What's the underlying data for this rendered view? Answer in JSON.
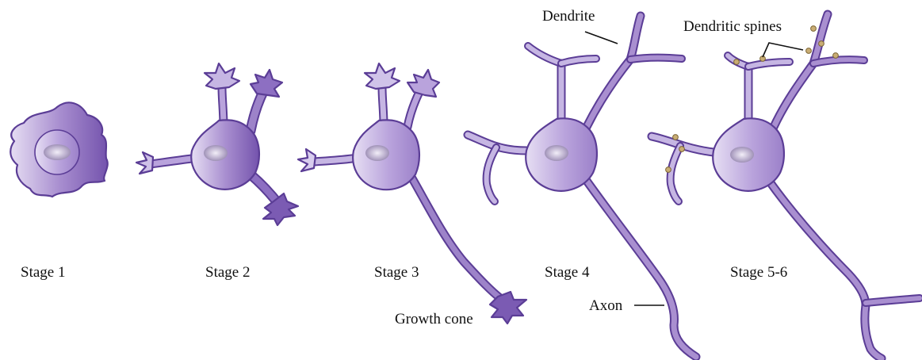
{
  "stages": [
    {
      "label": "Stage 1"
    },
    {
      "label": "Stage 2"
    },
    {
      "label": "Stage 3"
    },
    {
      "label": "Stage 4"
    },
    {
      "label": "Stage 5-6"
    }
  ],
  "annotations": {
    "dendrite": "Dendrite",
    "dendritic_spines": "Dendritic spines",
    "growth_cone": "Growth cone",
    "axon": "Axon"
  },
  "colors": {
    "outline": "#5b3d96",
    "fill_light": "#e4dbf2",
    "fill_mid": "#a98fd0",
    "fill_dark": "#7b5bb3",
    "process": "#9d83c9",
    "nucleus": "#c7bdd8",
    "spine": "#c9ad74"
  }
}
